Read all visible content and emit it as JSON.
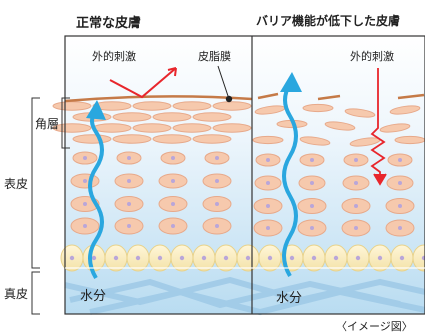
{
  "titles": {
    "normal": "正常な皮膚",
    "damaged": "バリア機能が低下した皮膚"
  },
  "labels": {
    "external_stimulus_left": "外的刺激",
    "sebum_film": "皮脂膜",
    "external_stimulus_right": "外的刺激",
    "stratum_corneum": "角層",
    "epidermis": "表皮",
    "dermis": "真皮",
    "water_left": "水分",
    "water_right": "水分"
  },
  "caption": "〈イメージ図〉",
  "colors": {
    "cell_fill": "#f6c9ad",
    "cell_stroke": "#e7a98a",
    "nucleus": "#b9a6d9",
    "arrow_blue": "#2aa7df",
    "stimulus_red": "#e8262c",
    "sebum_line": "#c57a47",
    "frame": "#333333"
  }
}
